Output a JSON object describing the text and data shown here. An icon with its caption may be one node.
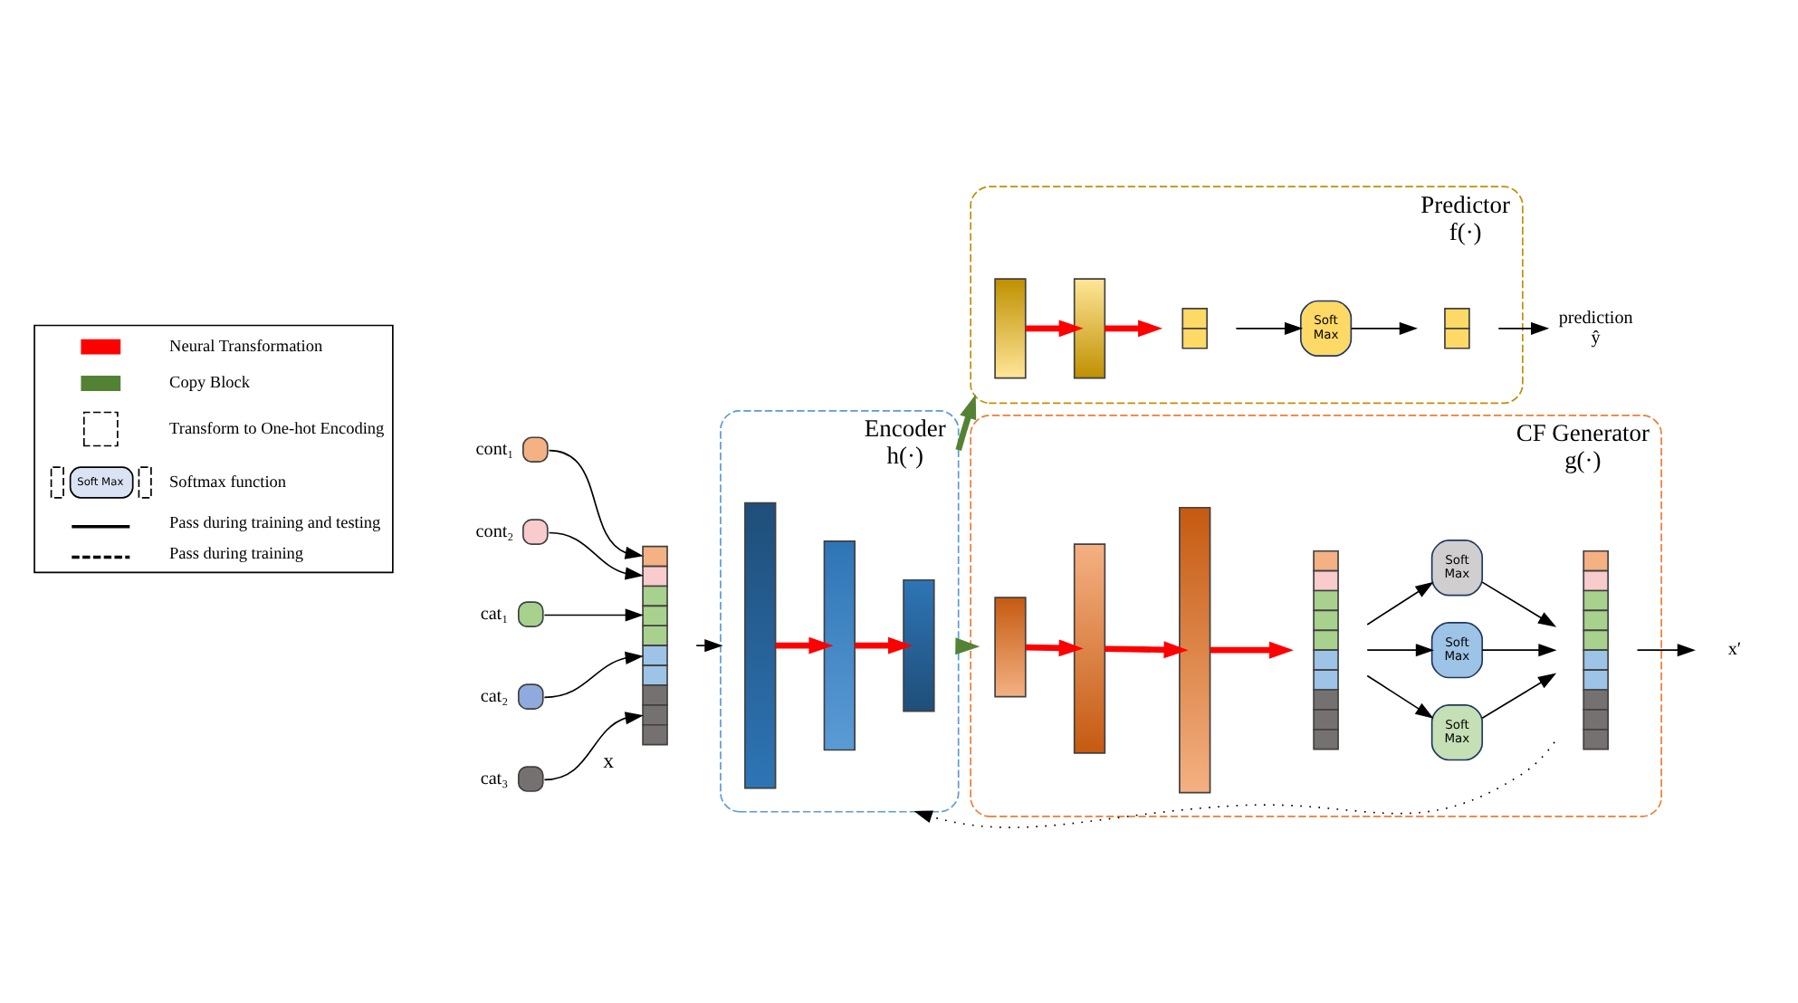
{
  "diagram": {
    "nodes": [
      {
        "text": [],
        "shape": "circle",
        "beside": [
          "cont₁"
        ]
      },
      {
        "text": [],
        "shape": "circle",
        "beside": [
          "cont₂"
        ]
      },
      {
        "text": [],
        "shape": "circle",
        "beside": [
          "cat₁"
        ]
      },
      {
        "text": [],
        "shape": "circle",
        "beside": [
          "cat₂"
        ]
      },
      {
        "text": [],
        "shape": "circle",
        "beside": [
          "cat₃"
        ]
      },
      {
        "text": [],
        "shape": "bar",
        "beside": [
          "x"
        ]
      },
      {
        "text": [
          "Encoder",
          "h(·)"
        ]
      },
      {
        "text": [],
        "shape": "bar",
        "in": 6
      },
      {
        "text": [],
        "shape": "bar",
        "in": 6
      },
      {
        "text": [],
        "shape": "bar",
        "in": 6
      },
      {
        "text": [
          "Predictor",
          "f(·)"
        ]
      },
      {
        "text": [],
        "shape": "bar",
        "in": 10
      },
      {
        "text": [],
        "shape": "bar",
        "in": 10
      },
      {
        "text": [],
        "shape": "bar",
        "in": 10
      },
      {
        "text": [
          "Soft Max"
        ],
        "in": 10
      },
      {
        "text": [],
        "shape": "bar",
        "in": 10
      },
      {
        "text": [
          "prediction",
          "ŷ"
        ]
      },
      {
        "text": [
          "CF Generator",
          "g(·)"
        ]
      },
      {
        "text": [],
        "shape": "bar",
        "in": 17
      },
      {
        "text": [],
        "shape": "bar",
        "in": 17
      },
      {
        "text": [],
        "shape": "bar",
        "in": 17
      },
      {
        "text": [],
        "shape": "bar",
        "in": 17
      },
      {
        "text": [
          "Soft Max"
        ],
        "in": 17
      },
      {
        "text": [
          "Soft Max"
        ],
        "in": 17
      },
      {
        "text": [
          "Soft Max"
        ],
        "in": 17
      },
      {
        "text": [],
        "shape": "bar",
        "in": 17
      },
      {
        "text": [
          "x′"
        ]
      }
    ],
    "edges": [
      {
        "from": 0,
        "to": 5,
        "arrow": "to"
      },
      {
        "from": 1,
        "to": 5,
        "arrow": "to"
      },
      {
        "from": 2,
        "to": 5,
        "arrow": "to"
      },
      {
        "from": 3,
        "to": 5,
        "arrow": "to"
      },
      {
        "from": 4,
        "to": 5,
        "arrow": "to"
      },
      {
        "from": 5,
        "to": 6,
        "arrow": "to"
      },
      {
        "from": 7,
        "to": 8,
        "arrow": "to",
        "style": "thick",
        "color": "#ff0000"
      },
      {
        "from": 8,
        "to": 9,
        "arrow": "to",
        "style": "thick",
        "color": "#ff0000"
      },
      {
        "from": 6,
        "to": 10,
        "arrow": "to",
        "style": "thick",
        "color": "#548235"
      },
      {
        "from": 6,
        "to": 17,
        "arrow": "to",
        "style": "thick",
        "color": "#548235"
      },
      {
        "from": 11,
        "to": 12,
        "arrow": "to",
        "style": "thick",
        "color": "#ff0000"
      },
      {
        "from": 12,
        "to": 13,
        "arrow": "to",
        "style": "thick",
        "color": "#ff0000"
      },
      {
        "from": 13,
        "to": 14,
        "arrow": "to"
      },
      {
        "from": 14,
        "to": 15,
        "arrow": "to"
      },
      {
        "from": 15,
        "to": 16,
        "arrow": "to"
      },
      {
        "from": 18,
        "to": 19,
        "arrow": "to",
        "style": "thick",
        "color": "#ff0000"
      },
      {
        "from": 19,
        "to": 20,
        "arrow": "to",
        "style": "thick",
        "color": "#ff0000"
      },
      {
        "from": 20,
        "to": 21,
        "arrow": "to",
        "style": "thick",
        "color": "#ff0000"
      },
      {
        "from": 21,
        "to": 22,
        "arrow": "to"
      },
      {
        "from": 21,
        "to": 23,
        "arrow": "to"
      },
      {
        "from": 21,
        "to": 24,
        "arrow": "to"
      },
      {
        "from": 22,
        "to": 25,
        "arrow": "to"
      },
      {
        "from": 23,
        "to": 25,
        "arrow": "to"
      },
      {
        "from": 24,
        "to": 25,
        "arrow": "to"
      },
      {
        "from": 25,
        "to": 26,
        "arrow": "to"
      },
      {
        "from": 25,
        "to": 6,
        "arrow": "to",
        "style": "dashed"
      }
    ],
    "labels": [
      "Soft Max"
    ],
    "legend": [
      {
        "text": "Neural Transformation"
      },
      {
        "text": "Copy Block"
      },
      {
        "text": "Transform to One-hot Encoding"
      },
      {
        "text": "Softmax function"
      },
      {
        "text": "Pass during training and testing"
      },
      {
        "text": "Pass during training"
      }
    ]
  }
}
